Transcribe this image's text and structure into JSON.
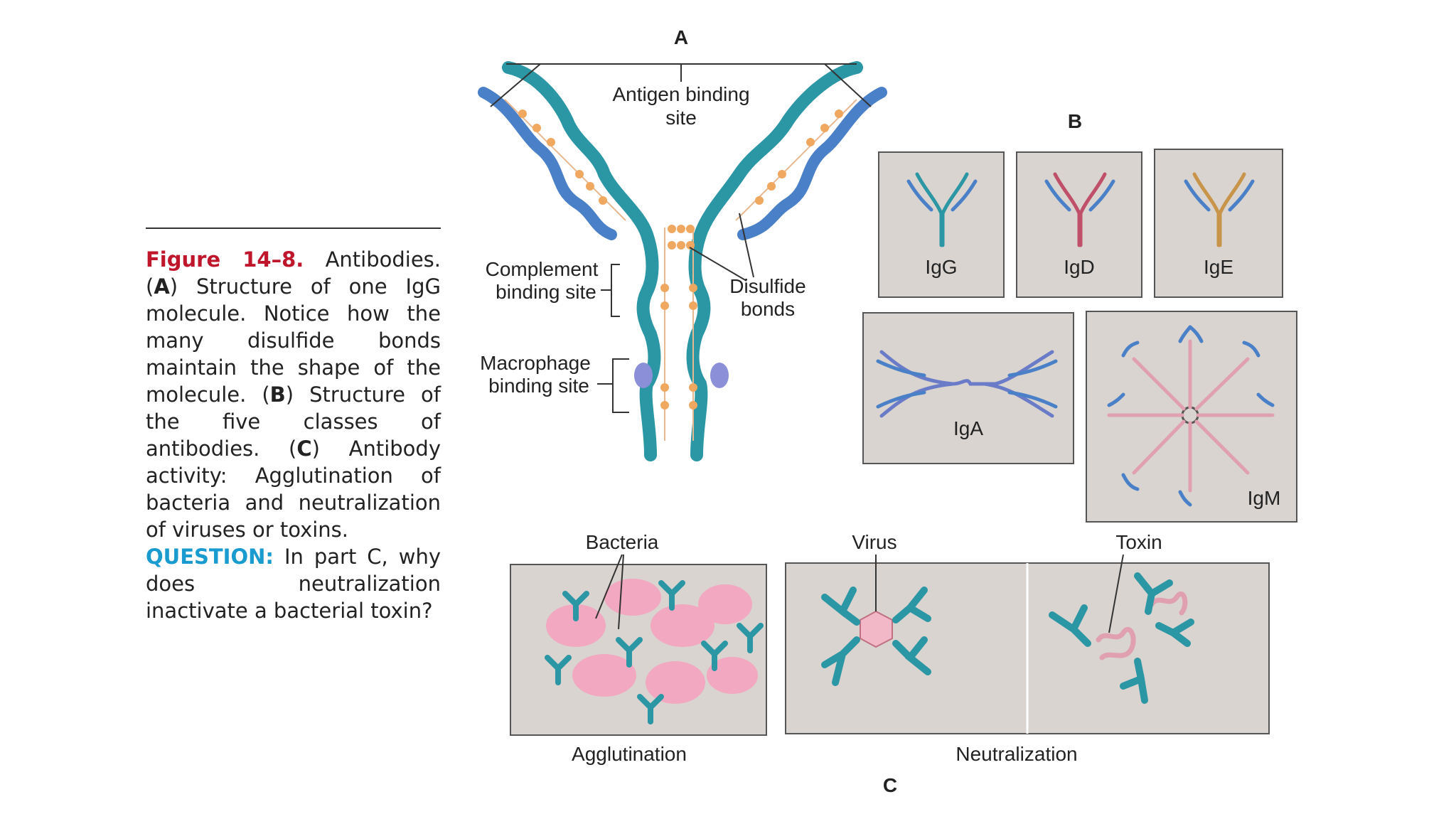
{
  "caption": {
    "figure_label": "Figure 14–8.",
    "title": "Antibodies.",
    "a_marker": "A",
    "a_text": "Structure of one IgG molecule. Notice how the many disulfide bonds maintain the shape of the molecule.",
    "b_marker": "B",
    "b_text": "Structure of the five classes of antibodies.",
    "c_marker": "C",
    "c_text": "Antibody activity: Agglutination of bacteria and neutralization of viruses or toxins.",
    "question_label": "QUESTION:",
    "question_text": "In part C, why does neutralization inactivate a bacterial toxin?"
  },
  "panel_a": {
    "letter": "A",
    "antigen_line1": "Antigen binding",
    "antigen_line2": "site",
    "complement_line1": "Complement",
    "complement_line2": "binding site",
    "macrophage_line1": "Macrophage",
    "macrophage_line2": "binding site",
    "disulfide_line1": "Disulfide",
    "disulfide_line2": "bonds"
  },
  "panel_b": {
    "letter": "B",
    "classes": [
      "IgG",
      "IgD",
      "IgE",
      "IgA",
      "IgM"
    ]
  },
  "panel_c": {
    "letter": "C",
    "bacteria": "Bacteria",
    "virus": "Virus",
    "toxin": "Toxin",
    "agglutination": "Agglutination",
    "neutralization": "Neutralization"
  },
  "colors": {
    "heavy_chain": "#2b96a4",
    "light_chain": "#4a80c8",
    "bond": "#f0a860",
    "panel_bg": "#d9d4cf",
    "bacteria": "#f2a8c0",
    "figure_red": "#c0162c",
    "question_blue": "#1a9bd0"
  }
}
